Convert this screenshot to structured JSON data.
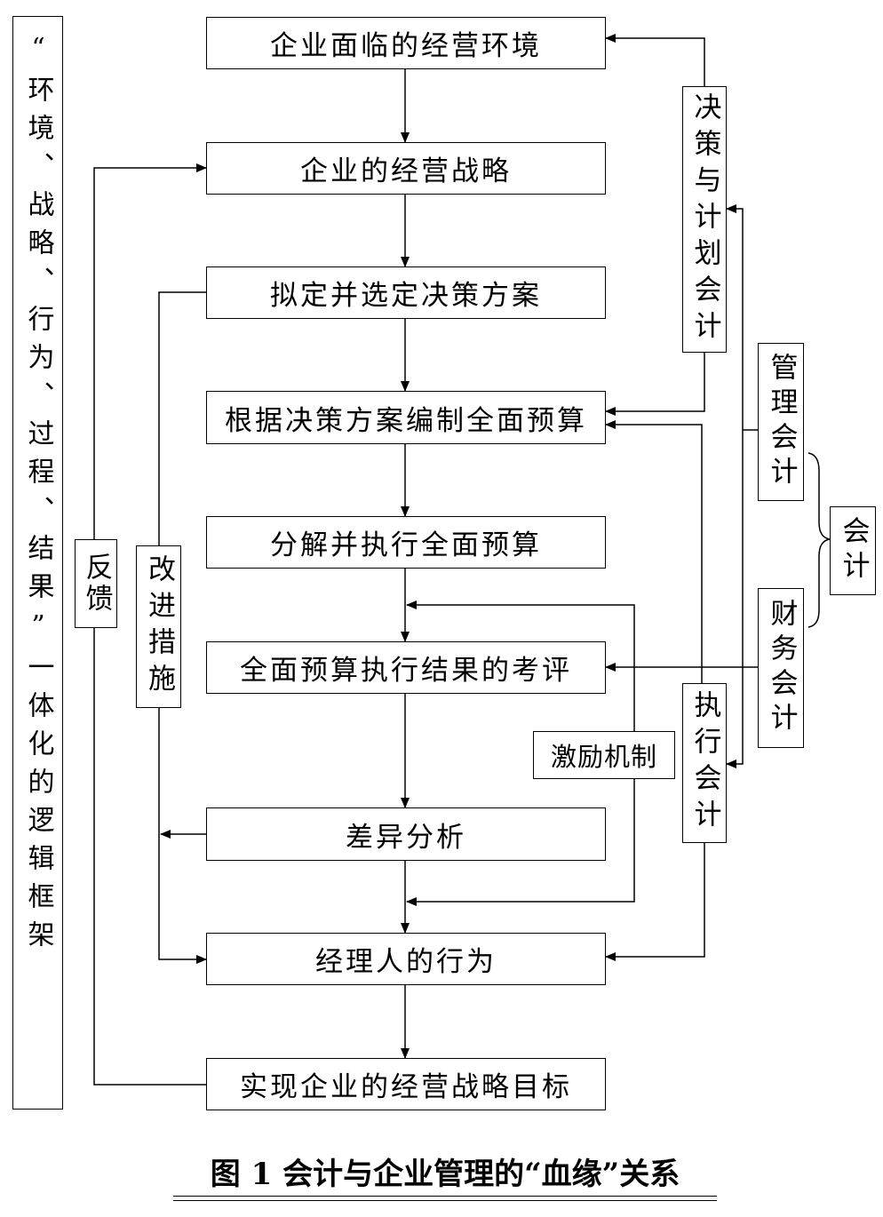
{
  "flow_steps": [
    "企业面临的经营环境",
    "企业的经营战略",
    "拟定并选定决策方案",
    "根据决策方案编制全面预算",
    "分解并执行全面预算",
    "全面预算执行结果的考评",
    "差异分析",
    "经理人的行为",
    "实现企业的经营战略目标"
  ],
  "left_frame": "“环境、战略、行为、过程、结果”一体化的逻辑框架",
  "feedback": "反馈",
  "improvement": "改进措施",
  "decision_accounting": "决策与计划会计",
  "execution_accounting": "执行会计",
  "incentive": "激励机制",
  "management_accounting": "管理会计",
  "financial_accounting": "财务会计",
  "accounting": "会计",
  "caption": "图 1  会计与企业管理的“血缘”关系"
}
